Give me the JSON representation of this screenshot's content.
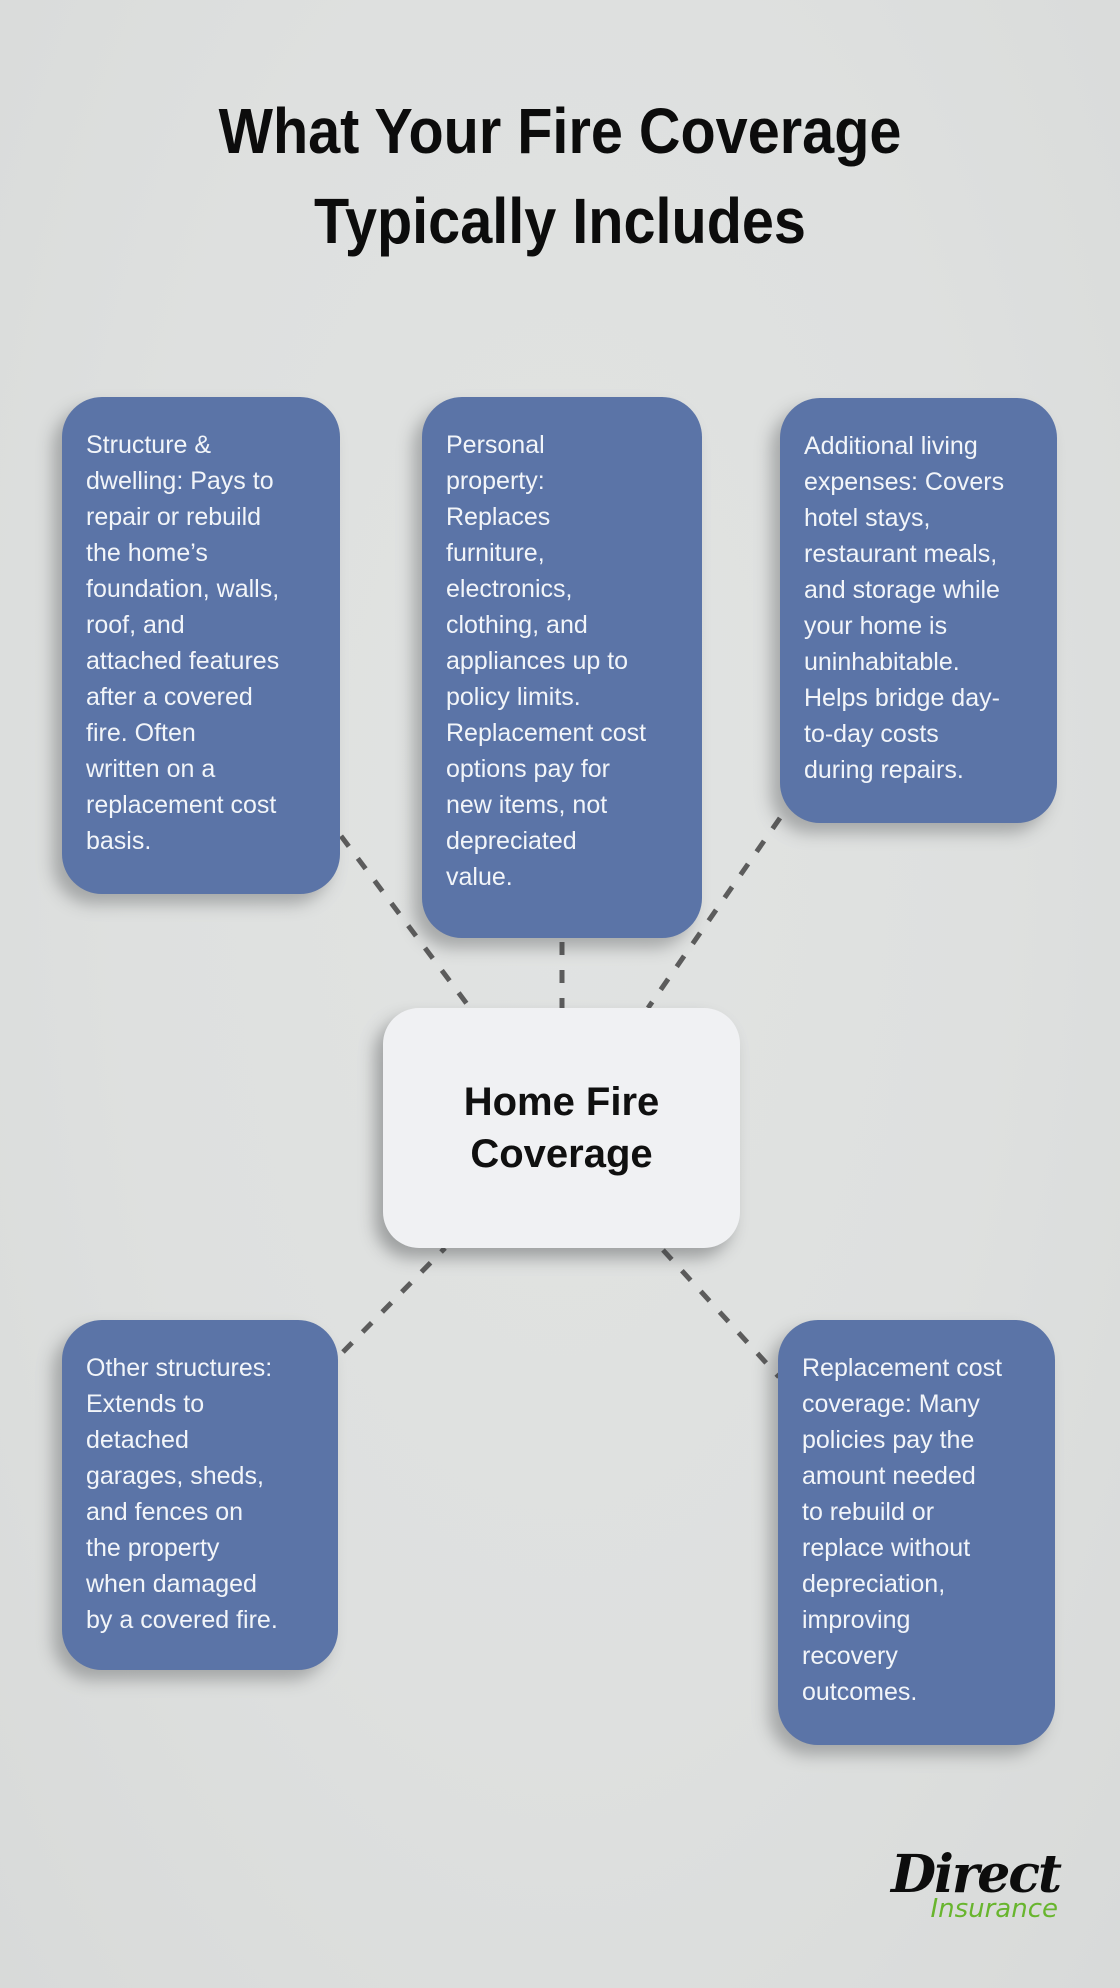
{
  "page": {
    "title": "What Your Fire Coverage\nTypically Includes"
  },
  "center_node": {
    "label": "Home Fire\nCoverage"
  },
  "nodes": [
    {
      "id": "structure-dwelling",
      "text": "Structure &\ndwelling: Pays to\nrepair or rebuild\nthe home’s\nfoundation, walls,\nroof, and\nattached features\nafter a covered\nfire. Often\nwritten on a\nreplacement cost\nbasis."
    },
    {
      "id": "personal-property",
      "text": "Personal\nproperty:\nReplaces\nfurniture,\nelectronics,\nclothing, and\nappliances up to\npolicy limits.\nReplacement cost\noptions pay for\nnew items, not\ndepreciated\nvalue."
    },
    {
      "id": "additional-living-expenses",
      "text": "Additional living\nexpenses: Covers\nhotel stays,\nrestaurant meals,\nand storage while\nyour home is\nuninhabitable.\nHelps bridge day-\nto-day costs\nduring repairs."
    },
    {
      "id": "other-structures",
      "text": "Other structures:\nExtends to\ndetached\ngarages, sheds,\nand fences on\nthe property\nwhen damaged\nby a covered fire."
    },
    {
      "id": "replacement-cost-coverage",
      "text": "Replacement cost\ncoverage: Many\npolicies pay the\namount needed\nto rebuild or\nreplace without\ndepreciation,\nimproving\nrecovery\noutcomes."
    }
  ],
  "logo": {
    "name": "Direct",
    "tagline": "Insurance"
  },
  "colors": {
    "background": "#dee0df",
    "node_fill": "#5b74a7",
    "node_text": "#f2f5f9",
    "center_fill": "#f0f1f3",
    "center_text": "#101010",
    "connector": "#5c5c5c",
    "title_text": "#0c0c0c",
    "logo_primary": "#0d0d0d",
    "logo_secondary": "#68b52e"
  }
}
